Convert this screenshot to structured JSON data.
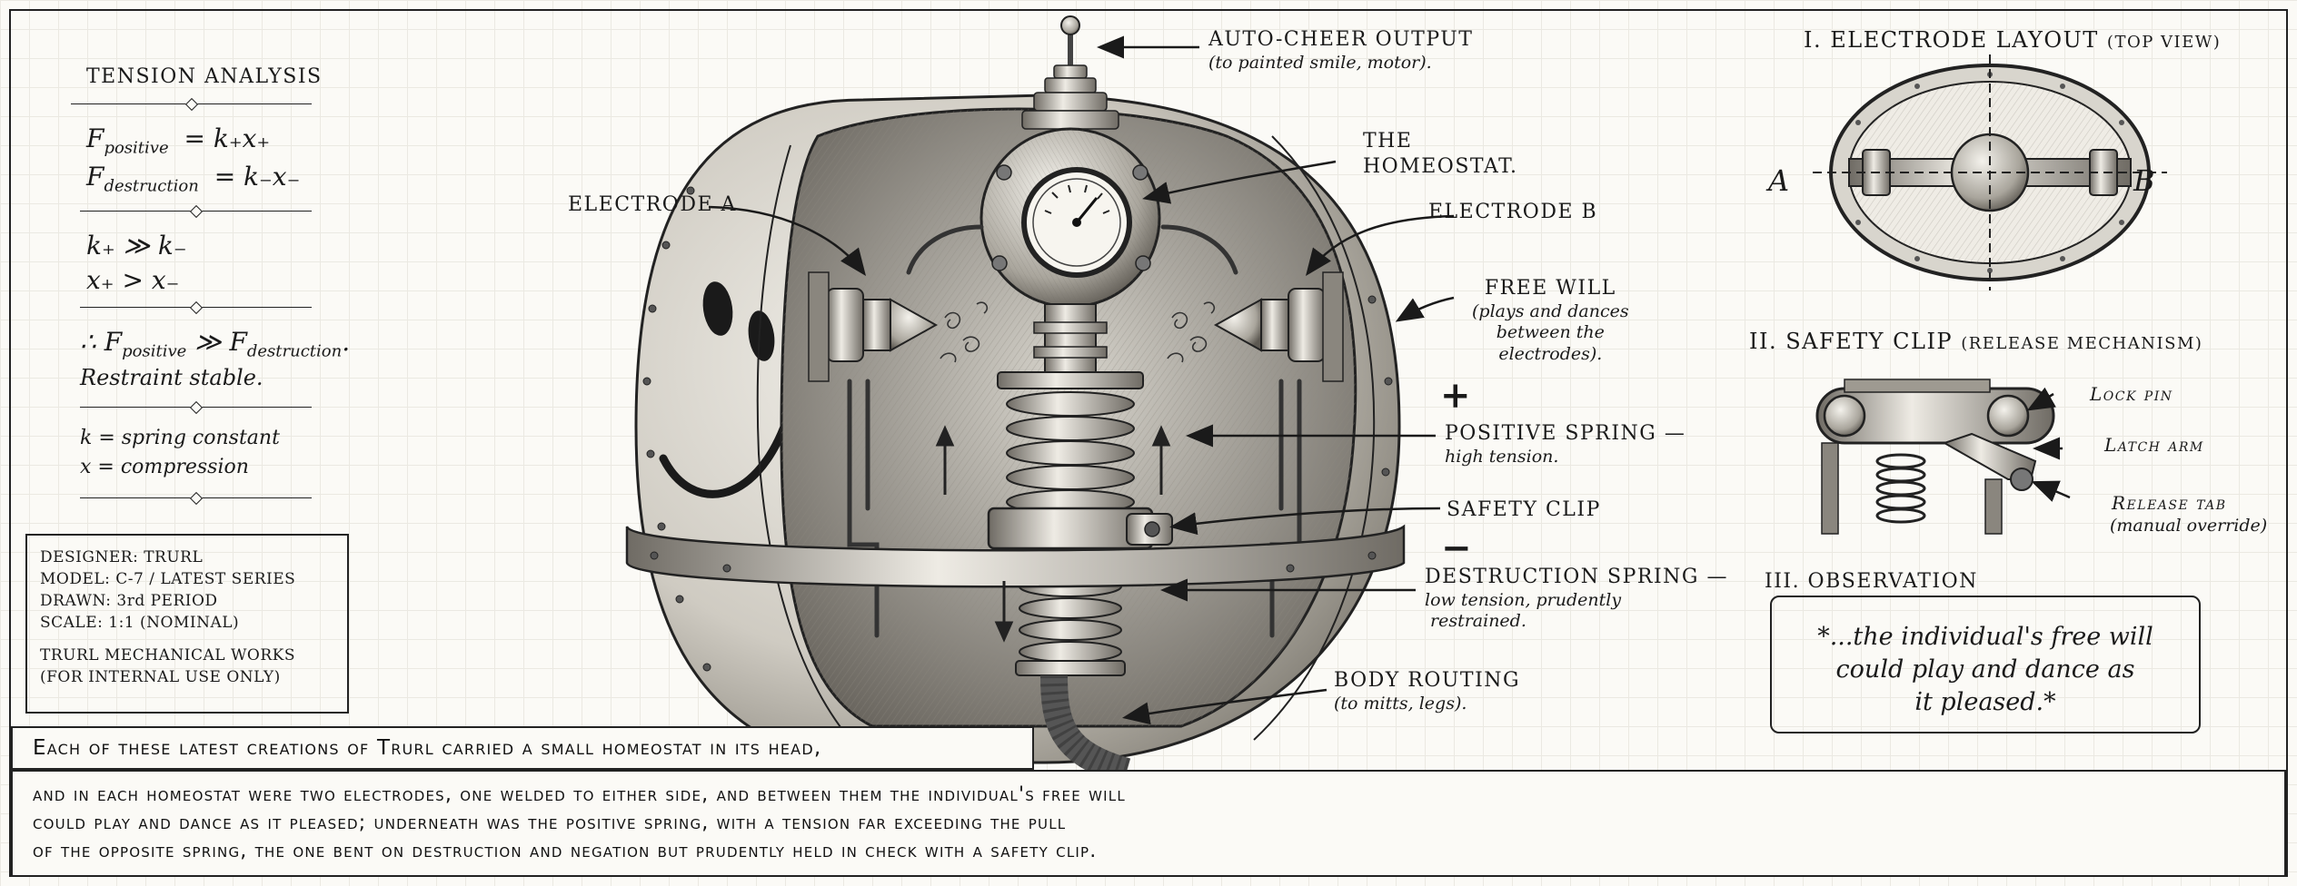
{
  "tension_analysis": {
    "title": "TENSION ANALYSIS",
    "f_positive": "F",
    "f_positive_sub": "positive",
    "f_positive_rhs": "= k₊x₊",
    "f_destruction": "F",
    "f_destruction_sub": "destruction",
    "f_destruction_rhs": "= k₋x₋",
    "ineq1": "k₊ ≫ k₋",
    "ineq2": "x₊ > x₋",
    "conclusion_a": "∴ F",
    "conclusion_sub1": "positive",
    "conclusion_b": " ≫ F",
    "conclusion_sub2": "destruction",
    "conclusion_end": ".",
    "stable": "Restraint stable.",
    "def_k": "k = spring constant",
    "def_x": "x = compression"
  },
  "title_block": {
    "designer": "DESIGNER: TRURL",
    "model": "MODEL: C-7 / LATEST SERIES",
    "drawn": "DRAWN: 3rd PERIOD",
    "scale": "SCALE: 1:1 (NOMINAL)",
    "works": "TRURL MECHANICAL WORKS",
    "internal": "(FOR INTERNAL USE ONLY)"
  },
  "callouts": {
    "auto_cheer_title": "AUTO-CHEER OUTPUT",
    "auto_cheer_sub": "(to painted smile, motor).",
    "homeostat_1": "THE",
    "homeostat_2": "HOMEOSTAT.",
    "electrode_a": "ELECTRODE A",
    "electrode_b": "ELECTRODE B",
    "free_will_title": "FREE WILL",
    "free_will_1": "(plays and dances",
    "free_will_2": "between the",
    "free_will_3": "electrodes).",
    "plus": "+",
    "positive_spring_title": "POSITIVE SPRING —",
    "positive_spring_sub": "high tension.",
    "safety_clip": "SAFETY CLIP",
    "minus": "−",
    "destruction_title": "DESTRUCTION SPRING —",
    "destruction_1": "low tension, prudently",
    "destruction_2": "restrained.",
    "body_routing_title": "BODY ROUTING",
    "body_routing_sub": "(to mitts, legs)."
  },
  "panel1": {
    "title": "I. ELECTRODE LAYOUT",
    "title_sub": "(TOP VIEW)",
    "label_a": "A",
    "label_b": "B"
  },
  "panel2": {
    "title": "II. SAFETY CLIP",
    "title_sub": "(RELEASE MECHANISM)",
    "lock_pin": "Lock pin",
    "latch_arm": "Latch arm",
    "release_tab": "Release tab",
    "manual_override": "(manual override)"
  },
  "panel3": {
    "title": "III. OBSERVATION",
    "quote_1": "*...the individual's free will",
    "quote_2": "could play and dance as",
    "quote_3": "it pleased.*"
  },
  "caption": {
    "line_1": "Each of these latest creations of Trurl carried a small homeostat in its head,",
    "line_2": "and in each homeostat were two electrodes, one welded to either side, and between them the individual's free will",
    "line_3": "could play and dance as it pleased; underneath was the positive spring, with a tension far exceeding the pull",
    "line_4": "of the opposite spring, the one bent on destruction and negation but prudently held in check with a safety clip."
  },
  "colors": {
    "ink": "#1a1a1a",
    "paper": "#fbfaf6",
    "metal_light": "#e6e3dc",
    "metal_mid": "#b9b5ac",
    "metal_dark": "#6f6b64"
  }
}
